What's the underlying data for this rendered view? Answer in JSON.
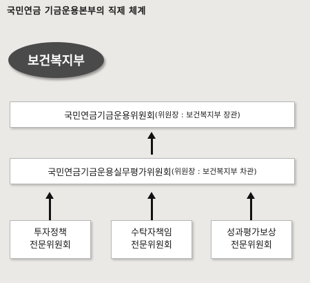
{
  "title": "국민연금 기금운용본부의 직제 체계",
  "ministry": "보건복지부",
  "top_committee": {
    "name": "국민연금기금운용위원회",
    "chair": "(위원장 : 보건복지부 장관)"
  },
  "mid_committee": {
    "name": "국민연금기금운용실무평가위원회",
    "chair": "(위원장 : 보건복지부 차관)"
  },
  "sub_committees": [
    {
      "line1": "투자정책",
      "line2": "전문위원회"
    },
    {
      "line1": "수탁자책임",
      "line2": "전문위원회"
    },
    {
      "line1": "성과평가보상",
      "line2": "전문위원회"
    }
  ]
}
